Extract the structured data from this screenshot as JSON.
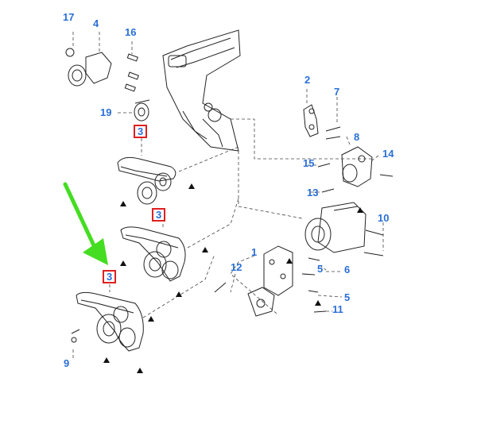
{
  "callouts": {
    "c17": "17",
    "c4": "4",
    "c16": "16",
    "c19": "19",
    "c3a": "3",
    "c3b": "3",
    "c3c": "3",
    "c2": "2",
    "c7": "7",
    "c8": "8",
    "c14": "14",
    "c15": "15",
    "c13": "13",
    "c10": "10",
    "c1": "1",
    "c12": "12",
    "c5a": "5",
    "c6": "6",
    "c5b": "5",
    "c11": "11",
    "c9": "9"
  },
  "colors": {
    "callout_text": "#2a6fd6",
    "highlight_box": "#e02020",
    "pointer_arrow": "#44dd22",
    "line_art": "#222222"
  },
  "icons": [
    "triangle-marker-icon",
    "green-arrow-icon"
  ]
}
